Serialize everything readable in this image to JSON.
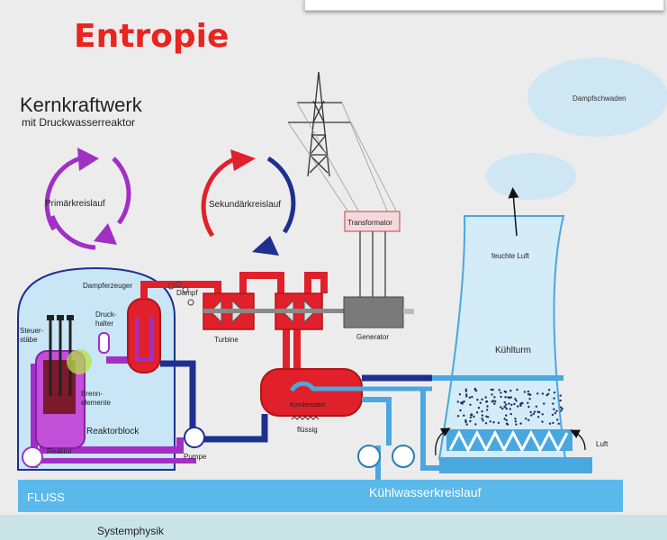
{
  "slide": {
    "title": "Entropie",
    "footer": "Systemphysik"
  },
  "diagram": {
    "heading": "Kernkraftwerk",
    "subheading": "mit Druckwasserreaktor",
    "cycles": {
      "primary": "Primärkreislauf",
      "secondary": "Sekundärkreislauf"
    },
    "labels": {
      "steam_plume": "Dampfschwaden",
      "transformer": "Transformator",
      "moist_air": "feuchte Luft",
      "cooling_tower": "Kühlturm",
      "steam_generator": "Dampferzeuger",
      "steam": "Dampf",
      "turbine": "Turbine",
      "generator": "Generator",
      "control_rods_1": "Steuer-",
      "control_rods_2": "stäbe",
      "pressurizer_1": "Druck-",
      "pressurizer_2": "halter",
      "fuel_1": "Brenn-",
      "fuel_2": "elemente",
      "reactor_block": "Reaktorblock",
      "reactor": "Reaktor",
      "pump": "Pumpe",
      "condenser": "Kondensator",
      "liquid": "flüssig",
      "air": "Luft",
      "river": "FLUSS",
      "cooling_water_loop": "Kühlwasserkreislauf"
    }
  },
  "colors": {
    "title": "#e8251f",
    "primary": "#a12fc6",
    "secondary_hot": "#e0202a",
    "secondary_cold": "#1d2f8f",
    "cooling": "#4aa7df",
    "river": "#5ab8ea",
    "cloud": "#cfe6f3"
  }
}
